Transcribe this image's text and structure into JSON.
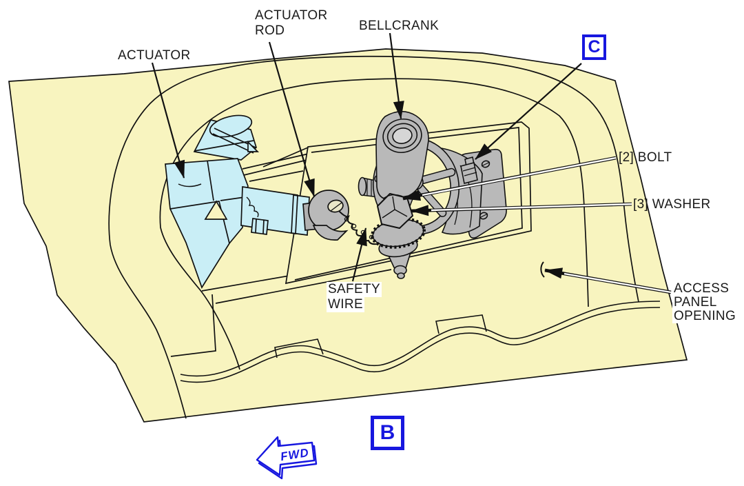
{
  "colors": {
    "panel_skin": "#F8F4BF",
    "actuator_blue": "#C9EEF6",
    "metal_gray": "#B9B9B9",
    "metal_gray_light": "#D6D6D6",
    "callout_blue": "#1717DF",
    "outline": "#111111",
    "background": "#FFFFFF"
  },
  "callouts": {
    "actuator": {
      "label": "ACTUATOR"
    },
    "actuator_rod": {
      "line1": "ACTUATOR",
      "line2": "ROD"
    },
    "bellcrank": {
      "label": "BELLCRANK"
    },
    "bolt": {
      "label": "[2] BOLT"
    },
    "washer": {
      "label": "[3] WASHER"
    },
    "safety_wire": {
      "line1": "SAFETY",
      "line2": "WIRE"
    },
    "access_panel_opening": {
      "line1": "ACCESS",
      "line2": "PANEL",
      "line3": "OPENING"
    }
  },
  "detail_markers": {
    "b": "B",
    "c": "C"
  },
  "direction_arrow": {
    "label": "FWD"
  }
}
